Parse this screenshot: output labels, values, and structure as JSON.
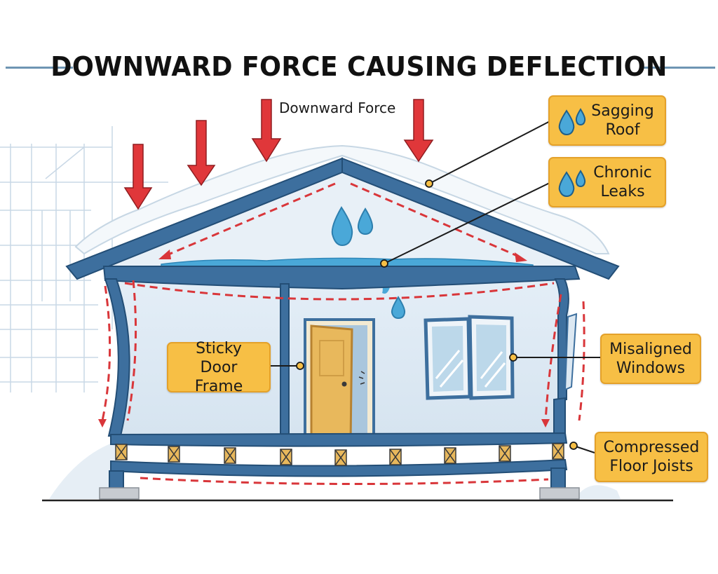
{
  "title": "DOWNWARD FORCE CAUSING DEFLECTION",
  "force_label": "Downward Force",
  "callouts": {
    "sagging_roof": "Sagging Roof",
    "chronic_leaks": "Chronic Leaks",
    "sticky_door_frame": "Sticky Door Frame",
    "misaligned_windows": "Misaligned Windows",
    "compressed_floor_joists": "Compressed Floor Joists"
  },
  "icons": [
    "water-drops-icon",
    "down-arrow-icon"
  ],
  "colors": {
    "frame_blue": "#3d6f9e",
    "arrow_red": "#e0373a",
    "callout_yellow": "#f7bf45",
    "water_blue": "#4aa8d8",
    "door_tan": "#e8b85c"
  }
}
